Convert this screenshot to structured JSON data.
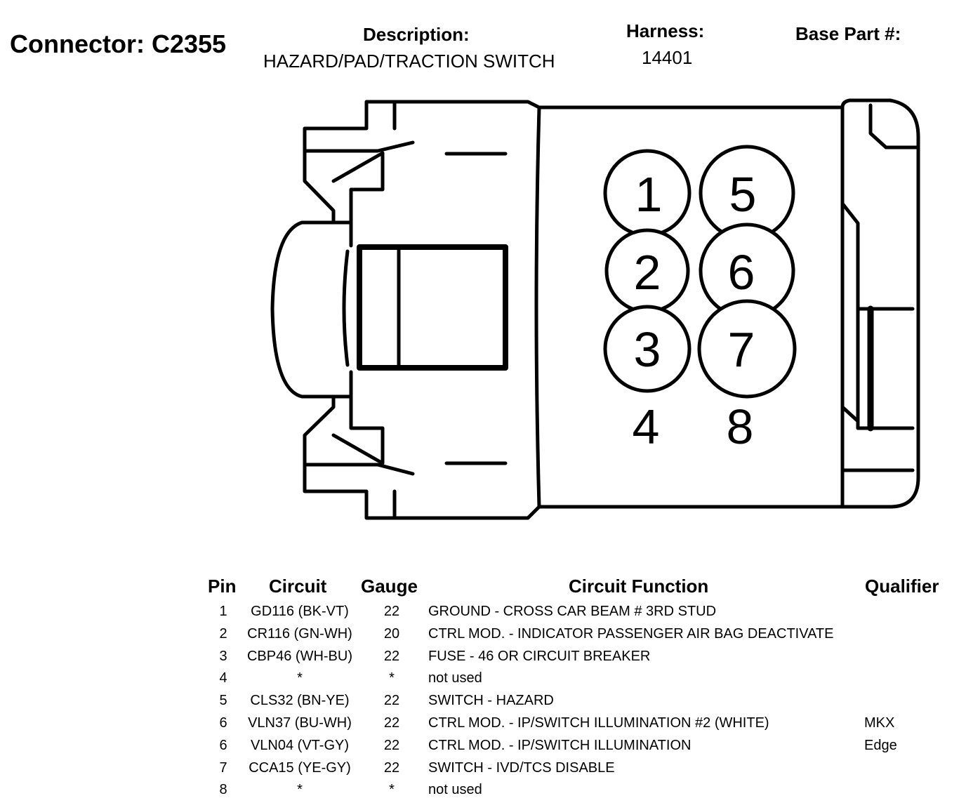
{
  "header": {
    "connector_title": "Connector: C2355",
    "description_label": "Description:",
    "description_value": "HAZARD/PAD/TRACTION SWITCH",
    "harness_label": "Harness:",
    "harness_value": "14401",
    "base_part_label": "Base Part #:"
  },
  "diagram": {
    "cavity_numbers": [
      "1",
      "5",
      "2",
      "6",
      "3",
      "7",
      "4",
      "8"
    ]
  },
  "table": {
    "headers": {
      "pin": "Pin",
      "circuit": "Circuit",
      "gauge": "Gauge",
      "function": "Circuit Function",
      "qualifier": "Qualifier"
    },
    "rows": [
      {
        "pin": "1",
        "circuit": "GD116 (BK-VT)",
        "gauge": "22",
        "function": "GROUND - CROSS CAR BEAM # 3RD STUD",
        "qualifier": ""
      },
      {
        "pin": "2",
        "circuit": "CR116 (GN-WH)",
        "gauge": "20",
        "function": "CTRL MOD. - INDICATOR PASSENGER AIR BAG DEACTIVATE",
        "qualifier": ""
      },
      {
        "pin": "3",
        "circuit": "CBP46 (WH-BU)",
        "gauge": "22",
        "function": "FUSE - 46 OR CIRCUIT BREAKER",
        "qualifier": ""
      },
      {
        "pin": "4",
        "circuit": "*",
        "gauge": "*",
        "function": "not used",
        "qualifier": ""
      },
      {
        "pin": "5",
        "circuit": "CLS32 (BN-YE)",
        "gauge": "22",
        "function": "SWITCH - HAZARD",
        "qualifier": ""
      },
      {
        "pin": "6",
        "circuit": "VLN37 (BU-WH)",
        "gauge": "22",
        "function": "CTRL MOD. - IP/SWITCH ILLUMINATION #2 (WHITE)",
        "qualifier": "MKX"
      },
      {
        "pin": "6",
        "circuit": "VLN04 (VT-GY)",
        "gauge": "22",
        "function": "CTRL MOD. - IP/SWITCH ILLUMINATION",
        "qualifier": "Edge"
      },
      {
        "pin": "7",
        "circuit": "CCA15 (YE-GY)",
        "gauge": "22",
        "function": "SWITCH - IVD/TCS DISABLE",
        "qualifier": ""
      },
      {
        "pin": "8",
        "circuit": "*",
        "gauge": "*",
        "function": "not used",
        "qualifier": ""
      }
    ]
  }
}
